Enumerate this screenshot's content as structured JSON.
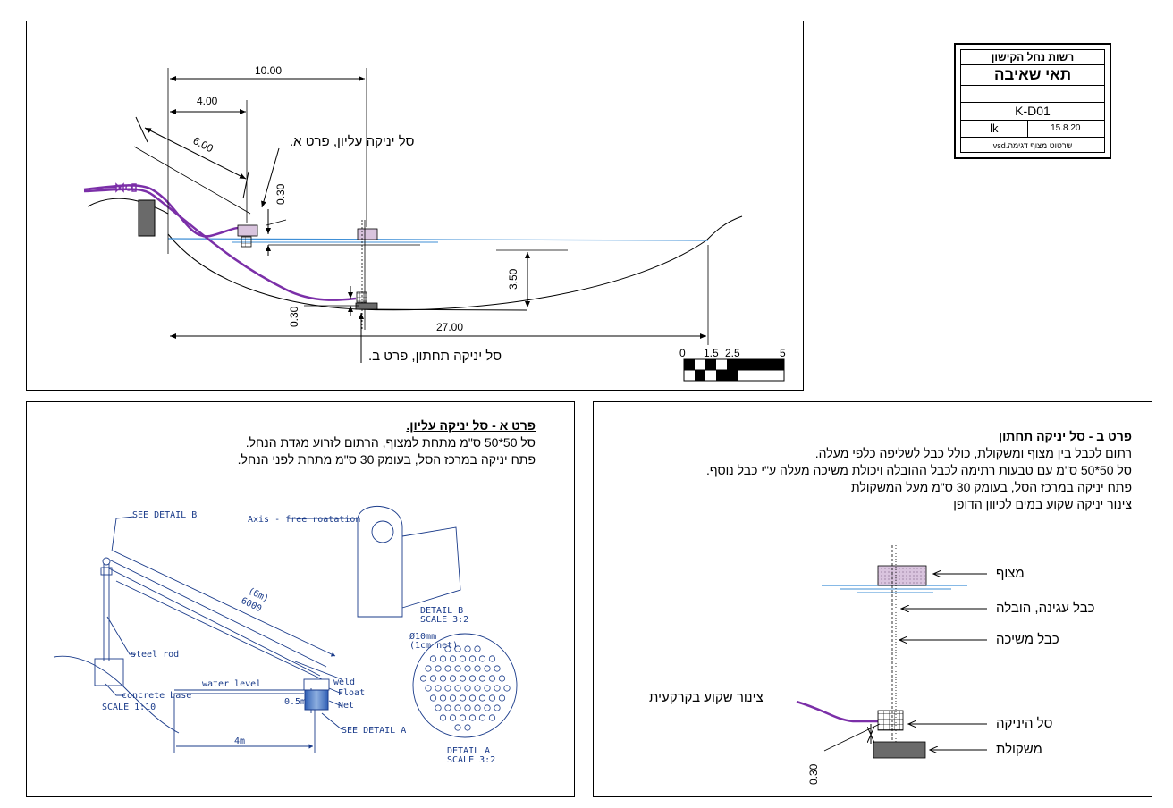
{
  "title_block": {
    "authority": "רשות נחל הקישון",
    "title": "תאי שאיבה",
    "drawing_no": "K-D01",
    "author": "lk",
    "date": "15.8.20",
    "file_note": "שרטוט מצוף דגימה.vsd"
  },
  "section": {
    "dim_10": "10.00",
    "dim_4": "4.00",
    "dim_6": "6.00",
    "dim_030_top": "0.30",
    "dim_350": "3.50",
    "dim_030_bottom": "0.30",
    "dim_27": "27.00",
    "label_upper_basket": "סל יניקה עליון, פרט א.",
    "label_lower_basket": "סל יניקה תחתון, פרט ב.",
    "scale_ticks": [
      "0",
      "1.5",
      "2.5",
      "5"
    ]
  },
  "detail_a": {
    "heading": "פרט א - סל יניקה עליון.",
    "line1": "סל 50*50 ס\"מ מתחת למצוף, הרתום לזרוע מגדת הנחל.",
    "line2": "פתח יניקה במרכז הסל, בעומק 30 ס\"מ מתחת לפני הנחל.",
    "see_detail_b": "SEE DETAIL B",
    "axis_note": "Axis - free roatation",
    "arm_len_m": "(6m)",
    "arm_len_mm": "6000",
    "steel_rod": "steel rod",
    "concrete_base": "concrete base",
    "scale_110": "SCALE 1:10",
    "water_level": "water level",
    "weld": "weld",
    "float": "Float",
    "net": "Net",
    "depth": "0.5m",
    "horiz": "4m",
    "see_detail_a": "SEE DETAIL A",
    "detail_b_label": "DETAIL B",
    "detail_b_scale": "SCALE 3:2",
    "hole_note1": "Ø10mm",
    "hole_note2": "(1cm net)",
    "detail_a_label": "DETAIL A",
    "detail_a_scale": "SCALE 3:2"
  },
  "detail_b": {
    "heading": "פרט ב - סל יניקה תחתון",
    "line1": "רתום לכבל בין מצוף ומשקולת, כולל כבל לשליפה כלפי מעלה.",
    "line2": "סל 50*50 ס\"מ עם טבעות רתימה לכבל ההובלה ויכולת משיכה מעלה ע\"י כבל נוסף.",
    "line3": "פתח יניקה במרכז הסל, בעומק 30 ס\"מ מעל המשקולת",
    "line4": "צינור יניקה שקוע במים לכיוון הדופן",
    "float_lbl": "מצוף",
    "anchor_cable": "כבל עגינה, הובלה",
    "pull_cable": "כבל משיכה",
    "pipe_lbl": "צינור שקוע בקרקעית",
    "basket_lbl": "סל היניקה",
    "weight_lbl": "משקולת",
    "dim_030": "0.30"
  },
  "colors": {
    "pipe": "#7b2fa8",
    "float_fill": "#d9c4de",
    "water": "#3f8fd6",
    "weight": "#6a6a6a",
    "drawing_blue": "#1a3b8a",
    "net_blue": "#2f5fb5"
  }
}
